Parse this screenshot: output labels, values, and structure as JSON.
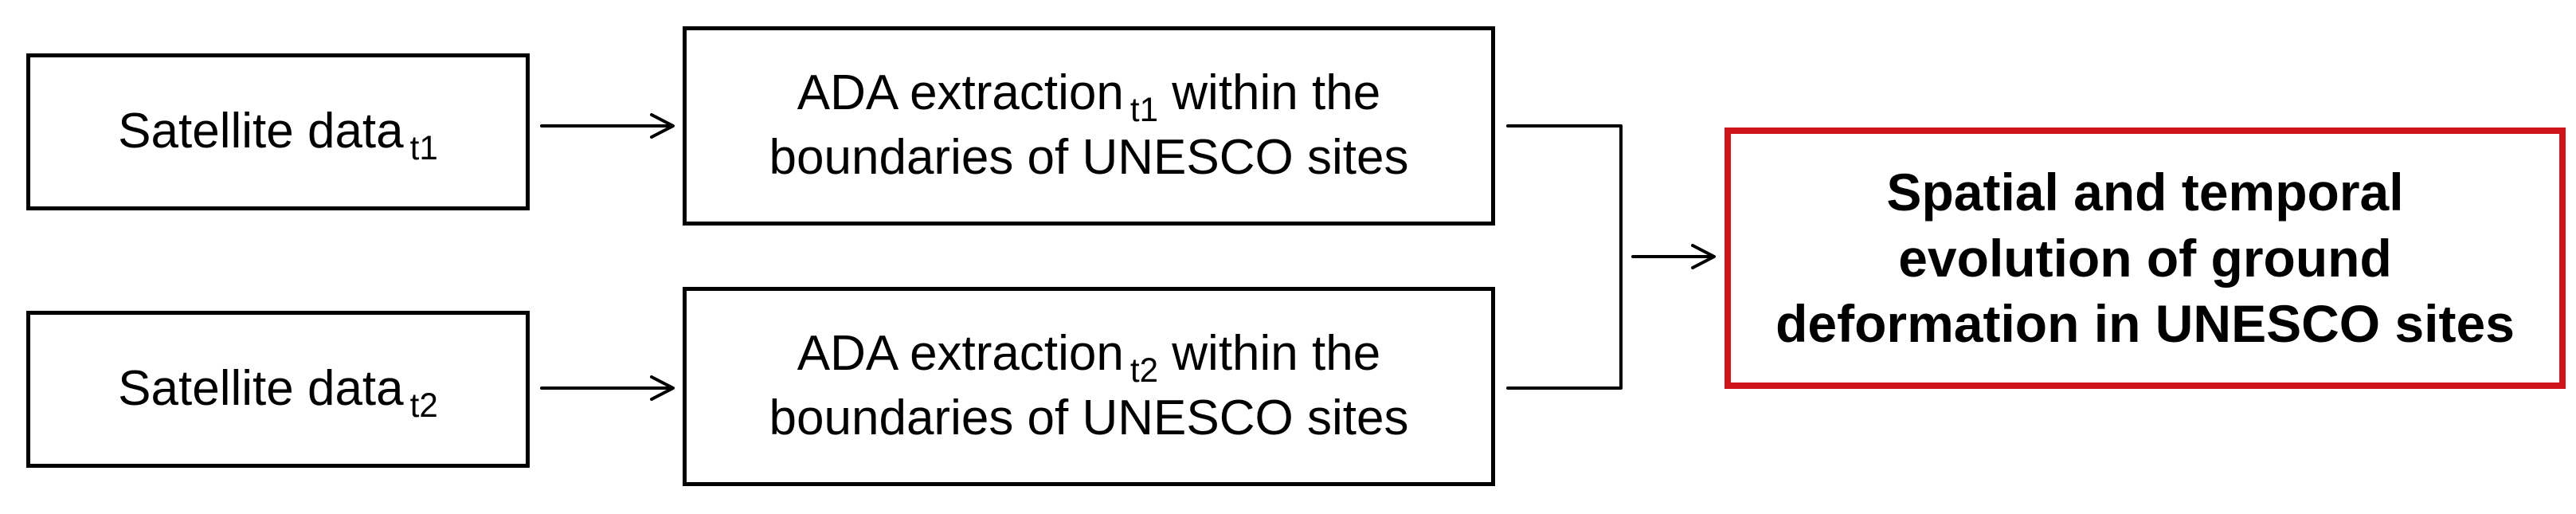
{
  "nodes": {
    "satellite_t1": {
      "text": "Satellite data",
      "subscript": "t1"
    },
    "satellite_t2": {
      "text": "Satellite data",
      "subscript": "t2"
    },
    "ada_t1": {
      "line1_prefix": "ADA extraction",
      "subscript": "t1",
      "line1_suffix": " within the",
      "line2": "boundaries of UNESCO sites"
    },
    "ada_t2": {
      "line1_prefix": "ADA extraction",
      "subscript": "t2",
      "line1_suffix": " within the",
      "line2": "boundaries of UNESCO sites"
    },
    "result": {
      "line1": "Spatial and temporal",
      "line2": "evolution of ground",
      "line3": "deformation in UNESCO sites"
    }
  },
  "colors": {
    "stroke": "#000000",
    "result_border": "#d0141c",
    "background": "#ffffff"
  }
}
